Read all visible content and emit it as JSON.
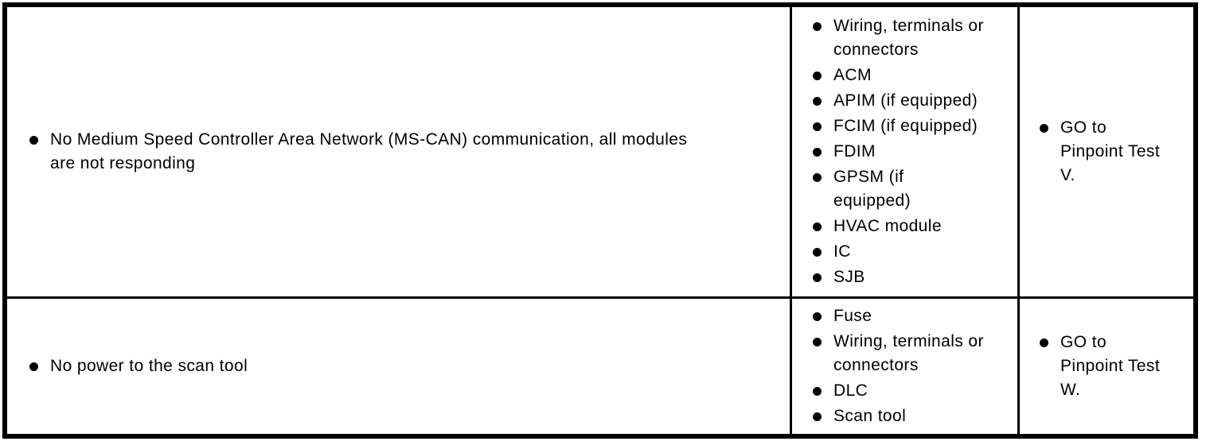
{
  "colors": {
    "border": "#000000",
    "text": "#000000",
    "background": "#ffffff",
    "bullet": "#000000"
  },
  "table": {
    "rows": [
      {
        "symptom": "No Medium Speed Controller Area Network (MS-CAN) communication, all modules\nare not responding",
        "possible_sources": [
          "Wiring, terminals or\nconnectors",
          "ACM",
          "APIM (if equipped)",
          "FCIM (if equipped)",
          "FDIM",
          "GPSM (if\nequipped)",
          "HVAC module",
          "IC",
          "SJB"
        ],
        "action": "GO to\nPinpoint Test\nV."
      },
      {
        "symptom": "No power to the scan tool",
        "possible_sources": [
          "Fuse",
          "Wiring, terminals or\nconnectors",
          "DLC",
          "Scan tool"
        ],
        "action": "GO to\nPinpoint Test\nW."
      }
    ]
  }
}
